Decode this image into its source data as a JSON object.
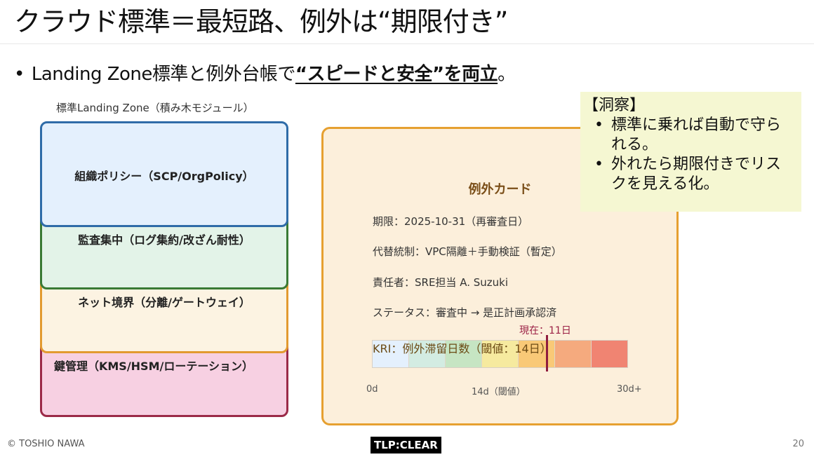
{
  "slide": {
    "title": "クラウド標準＝最短路、例外は“期限付き”",
    "bullet": {
      "prefix": "Landing Zone標準と例外台帳で",
      "emphasis": "“スピードと安全”を両立",
      "suffix": "。"
    }
  },
  "landing_zone": {
    "caption": "標準Landing Zone（積み木モジュール）",
    "layers": [
      {
        "label": "組織ポリシー（SCP/OrgPolicy）",
        "fill": "#e4f0fd",
        "border": "#2f6ca8"
      },
      {
        "label": "監査集中（ログ集約/改ざん耐性）",
        "fill": "#e3f3e8",
        "border": "#3a7a34"
      },
      {
        "label": "ネット境界（分離/ゲートウェイ）",
        "fill": "#fcf3e2",
        "border": "#e29a30"
      },
      {
        "label": "鍵管理（KMS/HSM/ローテーション）",
        "fill": "#f7d0e2",
        "border": "#9b2a48"
      }
    ]
  },
  "exception_card": {
    "title": "例外カード",
    "lines": [
      "期限：2025-10-31（再審査日）",
      "代替統制：VPC隔離＋手動検証（暫定）",
      "責任者：SRE担当 A. Suzuki",
      "ステータス：審査中 → 是正計画承認済"
    ],
    "kri": {
      "label": "KRI：例外滞留日数（閾値：14日）",
      "current_label": "現在：11日",
      "current_value": 11,
      "threshold": 14,
      "segments": [
        "#e4f0fd",
        "#d3ece2",
        "#c6e5c3",
        "#f6ea9f",
        "#f9c977",
        "#f5aa7e",
        "#f08472"
      ],
      "ticks": [
        "0d",
        "14d（閾値）",
        "30d+"
      ]
    }
  },
  "insight": {
    "heading": "【洞察】",
    "points": [
      "標準に乗れば自動で守られる。",
      "外れたら期限付きでリスクを見える化。"
    ]
  },
  "footer": {
    "copyright": "© TOSHIO NAWA",
    "tlp": "TLP:CLEAR",
    "page": "20"
  }
}
